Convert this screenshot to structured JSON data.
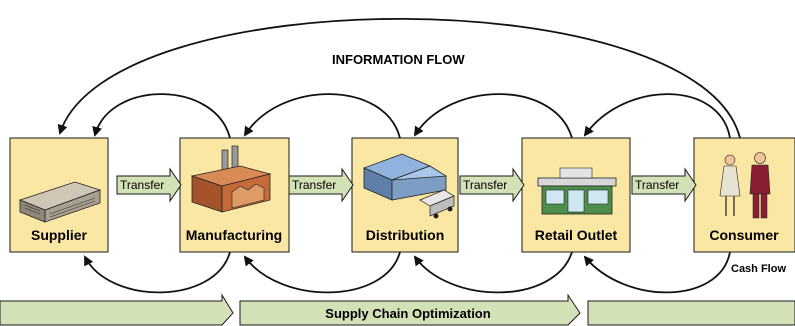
{
  "diagram": {
    "top_label": "INFORMATION FLOW",
    "cash_flow_label": "Cash Flow",
    "bottom_band_label": "Supply Chain Optimization",
    "stages": [
      {
        "label": "Supplier",
        "icon": "warehouse-building-icon"
      },
      {
        "label": "Manufacturing",
        "icon": "factory-icon"
      },
      {
        "label": "Distribution",
        "icon": "distribution-center-truck-icon"
      },
      {
        "label": "Retail Outlet",
        "icon": "storefront-icon"
      },
      {
        "label": "Consumer",
        "icon": "consumers-people-icon"
      }
    ],
    "transfers": [
      "Transfer",
      "Transfer",
      "Transfer",
      "Transfer"
    ],
    "colors": {
      "stage_fill": "#fbe7a4",
      "arrow_fill": "#d3e1b7",
      "line": "#111111"
    }
  }
}
